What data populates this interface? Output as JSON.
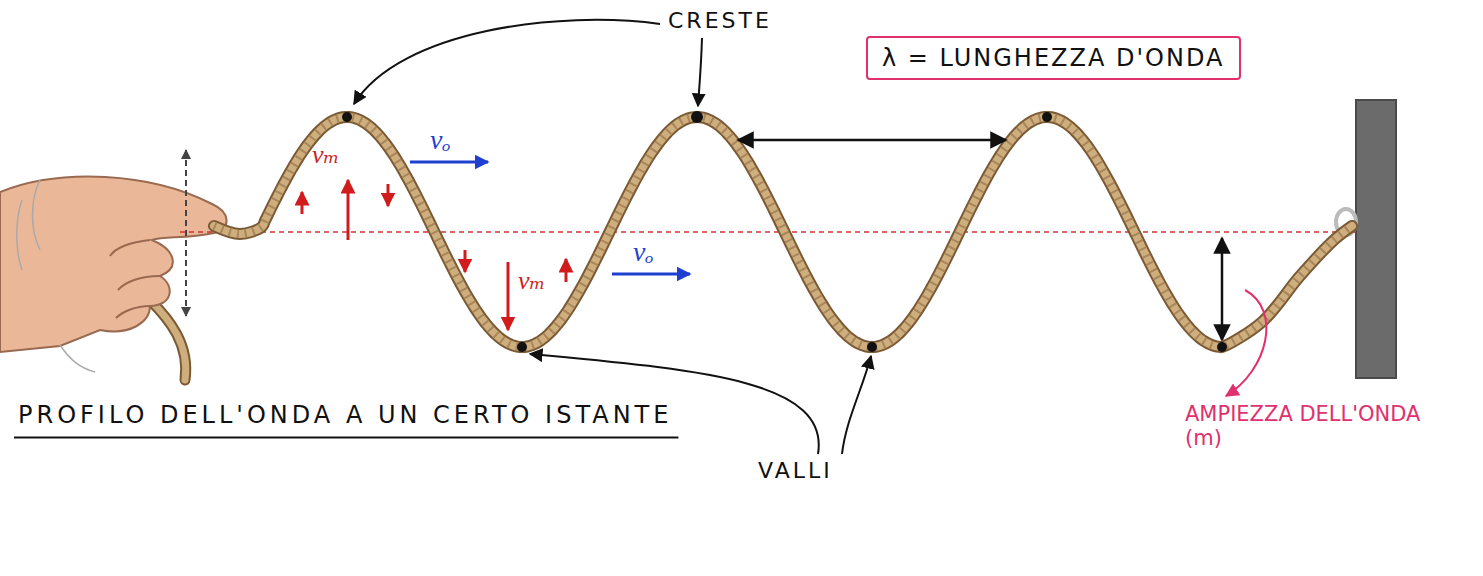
{
  "diagram": {
    "nodes": [
      {
        "text": [
          "λ = LUNGHEZZA D'ONDA"
        ]
      }
    ],
    "labels": [
      "CRESTE",
      "vₘ",
      "vₒ",
      "vₘ",
      "vₒ",
      "PROFILO DELL'ONDA A UN CERTO ISTANTE",
      "VALLI",
      "AMPIEZZA DELL'ONDA (m)"
    ]
  }
}
